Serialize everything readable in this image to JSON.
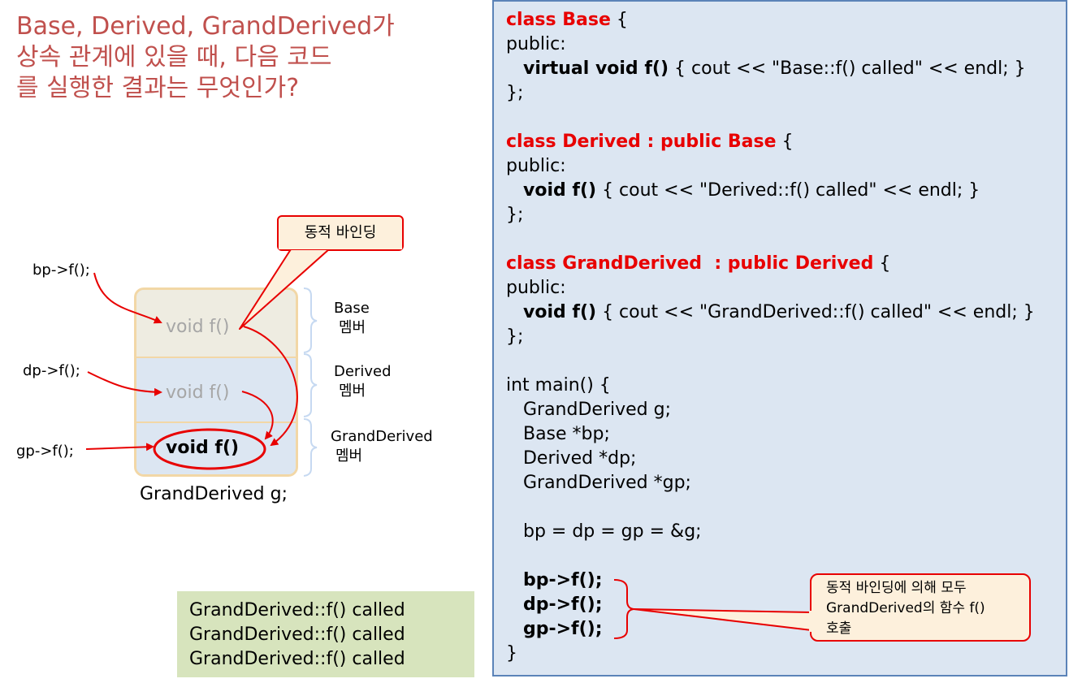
{
  "question": {
    "lines": [
      "Base, Derived, GrandDerived가",
      "상속 관계에 있을 때, 다음 코드",
      "를 실행한 결과는 무엇인가?"
    ]
  },
  "diagram": {
    "calls": {
      "bp": "bp->f();",
      "dp": "dp->f();",
      "gp": "gp->f();"
    },
    "members": {
      "base": "void f()",
      "derived": "void f()",
      "grand": "void f()"
    },
    "member_labels": {
      "base": [
        "Base",
        "멤버"
      ],
      "derived": [
        "Derived",
        "멤버"
      ],
      "grand": [
        "GrandDerived",
        "멤버"
      ]
    },
    "object_caption": "GrandDerived g;",
    "callout": "동적 바인딩"
  },
  "output": {
    "lines": [
      "GrandDerived::f() called",
      "GrandDerived::f() called",
      "GrandDerived::f() called"
    ]
  },
  "code": {
    "base_decl": "class Base",
    "base_brace": " {",
    "public": "public:",
    "base_sig": "virtual void f()",
    "base_body": " { cout << \"Base::f() called\" << endl; }",
    "close": "};",
    "derived_decl": "class Derived : public Base",
    "derived_brace": " {",
    "derived_sig": "void f()",
    "derived_body": " { cout << \"Derived::f() called\" << endl; }",
    "grand_decl": "class GrandDerived  : public Derived",
    "grand_brace": " {",
    "grand_sig": "void f()",
    "grand_body": " { cout << \"GrandDerived::f() called\" << endl; }",
    "main_sig": "int main() {",
    "main_lines": [
      "GrandDerived g;",
      "Base *bp;",
      "Derived *dp;",
      "GrandDerived *gp;"
    ],
    "assign": "bp = dp = gp = &g;",
    "calls": [
      "bp->f();",
      "dp->f();",
      "gp->f();"
    ],
    "end": "}"
  },
  "code_callout": {
    "lines": [
      "동적 바인딩에 의해 모두",
      "GrandDerived의 함수 f()",
      "호출"
    ]
  },
  "colors": {
    "accent_red": "#E80000",
    "title_orange": "#C0504D",
    "code_bg": "#DCE6F2",
    "code_border": "#5B83B8",
    "output_bg": "#D7E4BD",
    "callout_bg": "#FDF0DC"
  }
}
